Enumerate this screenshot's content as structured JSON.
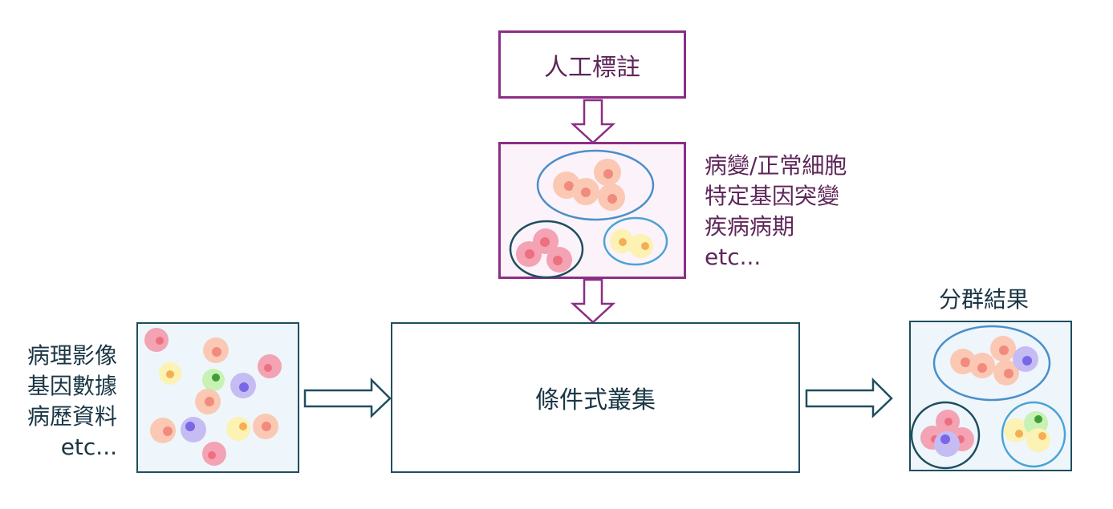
{
  "annotation": {
    "label": "人工標註"
  },
  "criteria": {
    "items": [
      "病變/正常細胞",
      "特定基因突變",
      "疾病病期",
      "etc..."
    ]
  },
  "clustering": {
    "label": "條件式叢集"
  },
  "inputs": {
    "items": [
      "病理影像",
      "基因數據",
      "病歷資料",
      "etc..."
    ]
  },
  "result": {
    "title": "分群結果"
  },
  "colors": {
    "purple": "#8b2e86",
    "teal": "#1f4e5f",
    "cell_peach": "#fbc8b4",
    "cell_pink": "#f3a3b3",
    "cell_yellow": "#fbf2b3",
    "cell_green": "#c6f2b3",
    "cell_lavender": "#c6bcf4"
  }
}
